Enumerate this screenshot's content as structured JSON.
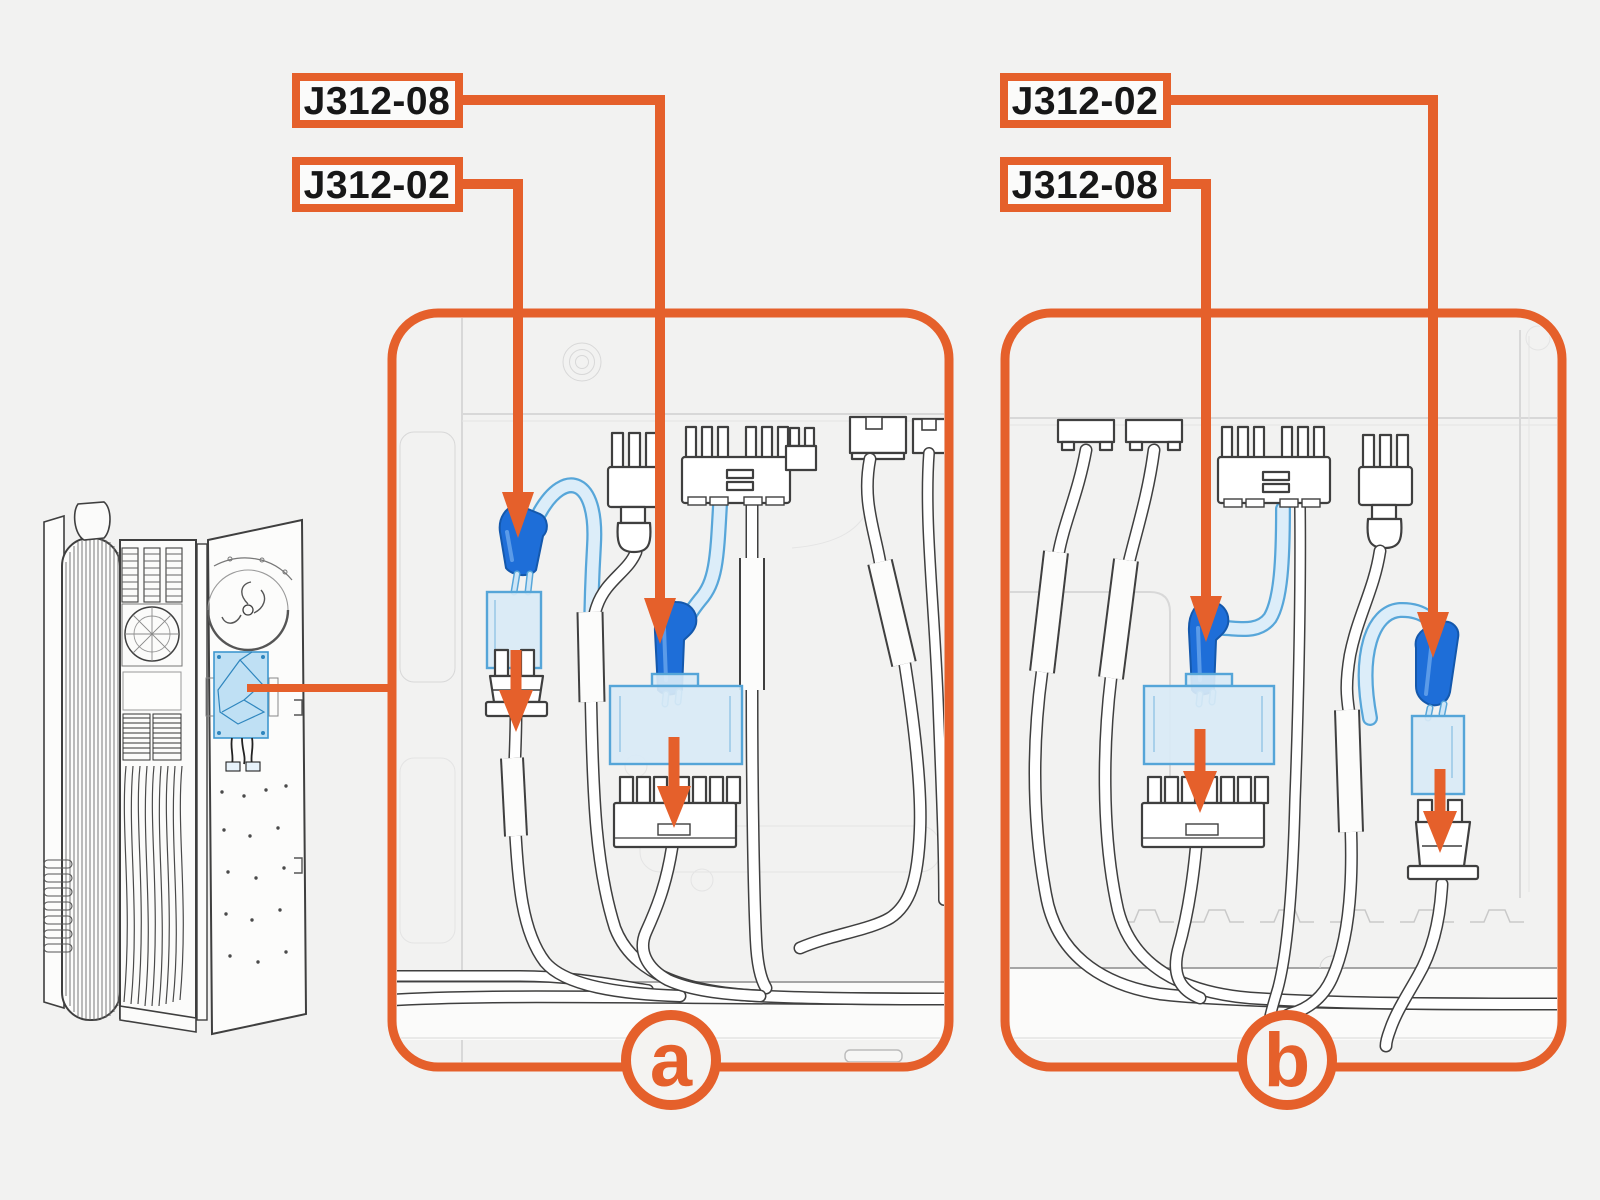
{
  "colors": {
    "accent_orange": "#E5602B",
    "cable_highlight_blue": "#1E6ED8",
    "connector_highlight_blue": "#D9EAF6",
    "background": "#F2F2F1",
    "line_art": "#3F3F3F"
  },
  "cabinet": {
    "icon": "charger-cabinet-line-drawing",
    "highlighted_component_icon": "control-board-highlight"
  },
  "panels": [
    {
      "badge": "a",
      "callouts": [
        {
          "label": "J312-08"
        },
        {
          "label": "J312-02"
        }
      ]
    },
    {
      "badge": "b",
      "callouts": [
        {
          "label": "J312-02"
        },
        {
          "label": "J312-08"
        }
      ]
    }
  ]
}
